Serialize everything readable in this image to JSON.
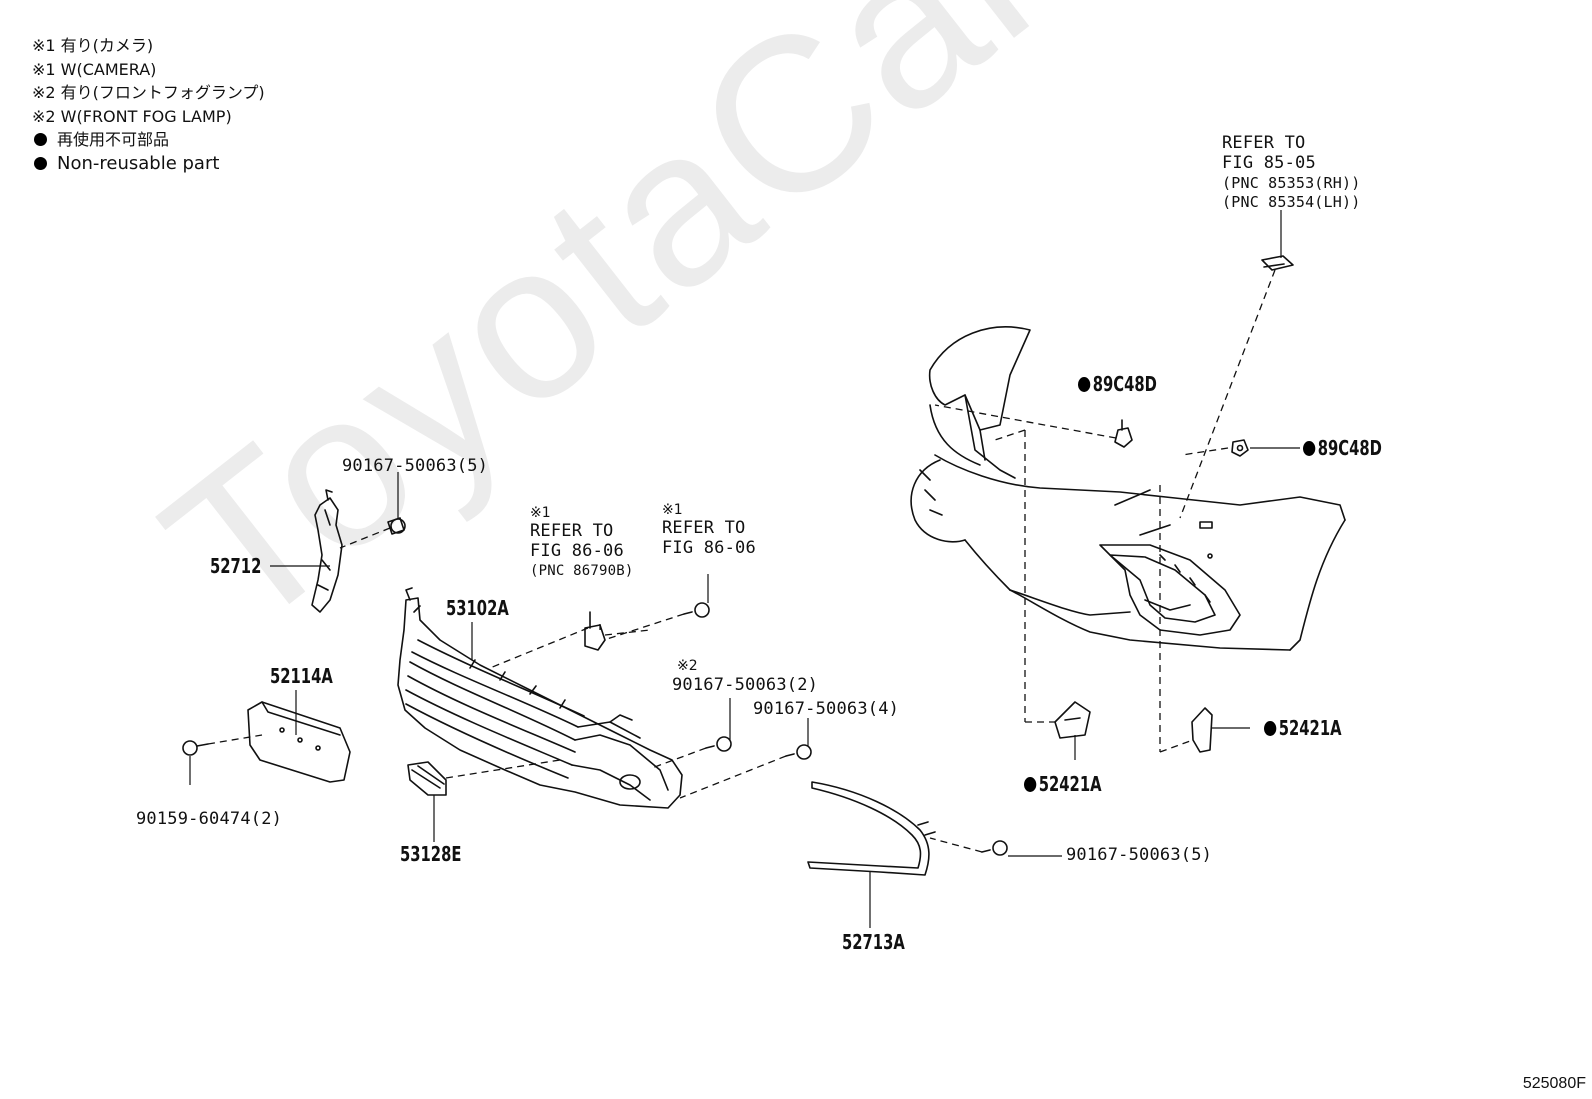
{
  "legend": {
    "line1": "※1 有り(カメラ)",
    "line2": "※1 W(CAMERA)",
    "line3": "※2 有り(フロントフォグランプ)",
    "line4": "※2 W(FRONT FOG LAMP)",
    "line5": "再使用不可部品",
    "line6": "Non-reusable part"
  },
  "watermark": "ToyotaCarMine.ru",
  "figure_code": "525080F",
  "refer_fog": {
    "l1": "REFER TO",
    "l2": "FIG 85-05",
    "l3": "(PNC 85353(RH))",
    "l4": "(PNC 85354(LH))"
  },
  "refer_cam1": {
    "mark": "※1",
    "l1": "REFER TO",
    "l2": "FIG 86-06",
    "l3": "(PNC 86790B)"
  },
  "refer_cam2": {
    "mark": "※1",
    "l1": "REFER TO",
    "l2": "FIG 86-06"
  },
  "parts": {
    "p1": "89C48D",
    "p2": "89C48D",
    "p3": "90167-50063(5)",
    "p4": "52712",
    "p5": "53102A",
    "p6": "52114A",
    "p7": "※2",
    "p8": "90167-50063(2)",
    "p9": "90167-50063(4)",
    "p10": "90159-60474(2)",
    "p11": "53128E",
    "p12": "52421A",
    "p13": "52421A",
    "p14": "90167-50063(5)",
    "p15": "52713A"
  }
}
